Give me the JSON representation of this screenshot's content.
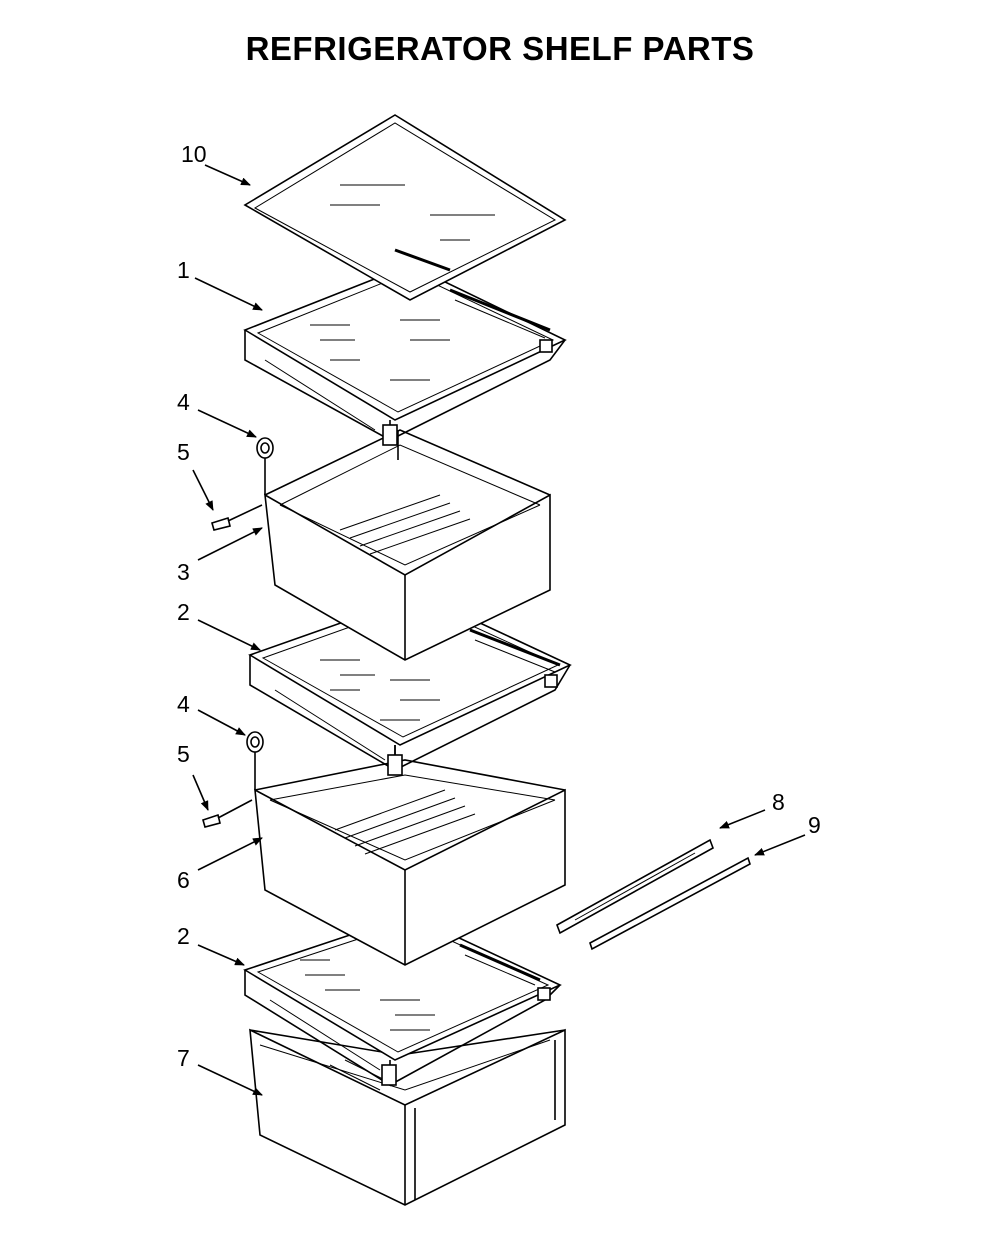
{
  "title": "REFRIGERATOR SHELF PARTS",
  "callouts": [
    "10",
    "1",
    "4",
    "5",
    "3",
    "2",
    "4",
    "5",
    "6",
    "8",
    "9",
    "2",
    "7"
  ]
}
